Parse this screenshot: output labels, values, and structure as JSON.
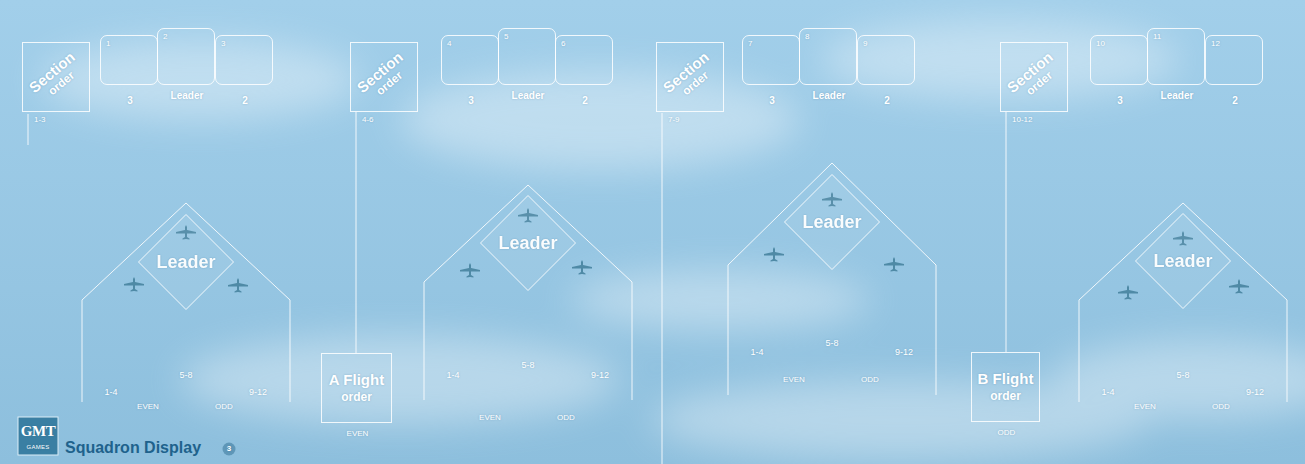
{
  "diagram": {
    "nodes": [
      {
        "text": [
          "Section",
          "order",
          "1-3"
        ]
      },
      {
        "text": [
          "1",
          "3"
        ]
      },
      {
        "text": [
          "2",
          "Leader"
        ]
      },
      {
        "text": [
          "3",
          "2"
        ]
      },
      {
        "text": [
          "1-4",
          "5-8",
          "9-12",
          "EVEN",
          "ODD"
        ]
      },
      {
        "text": [
          "Leader"
        ],
        "in": 4
      },
      {
        "text": [
          "Section",
          "order",
          "4-6"
        ]
      },
      {
        "text": [
          "4",
          "3"
        ]
      },
      {
        "text": [
          "5",
          "Leader"
        ]
      },
      {
        "text": [
          "6",
          "2"
        ]
      },
      {
        "text": [
          "1-4",
          "5-8",
          "9-12",
          "EVEN",
          "ODD"
        ]
      },
      {
        "text": [
          "Leader"
        ],
        "in": 10
      },
      {
        "text": [
          "A Flight",
          "order",
          "EVEN"
        ]
      },
      {
        "text": [
          "Section",
          "order",
          "7-9"
        ]
      },
      {
        "text": [
          "7",
          "3"
        ]
      },
      {
        "text": [
          "8",
          "Leader"
        ]
      },
      {
        "text": [
          "9",
          "2"
        ]
      },
      {
        "text": [
          "1-4",
          "5-8",
          "9-12",
          "EVEN",
          "ODD"
        ]
      },
      {
        "text": [
          "Leader"
        ],
        "in": 17
      },
      {
        "text": [
          "Section",
          "order",
          "10-12"
        ]
      },
      {
        "text": [
          "10",
          "3"
        ]
      },
      {
        "text": [
          "11",
          "Leader"
        ]
      },
      {
        "text": [
          "12",
          "2"
        ]
      },
      {
        "text": [
          "1-4",
          "5-8",
          "9-12",
          "EVEN",
          "ODD"
        ]
      },
      {
        "text": [
          "Leader"
        ],
        "in": 23
      },
      {
        "text": [
          "B Flight",
          "order",
          "ODD"
        ]
      }
    ],
    "edges": [
      {
        "from": 6,
        "to": 12,
        "arrow": "none"
      },
      {
        "from": 19,
        "to": 25,
        "arrow": "none"
      }
    ],
    "labels": [
      "GMT",
      "GAMES",
      "Squadron Display",
      "3"
    ]
  }
}
